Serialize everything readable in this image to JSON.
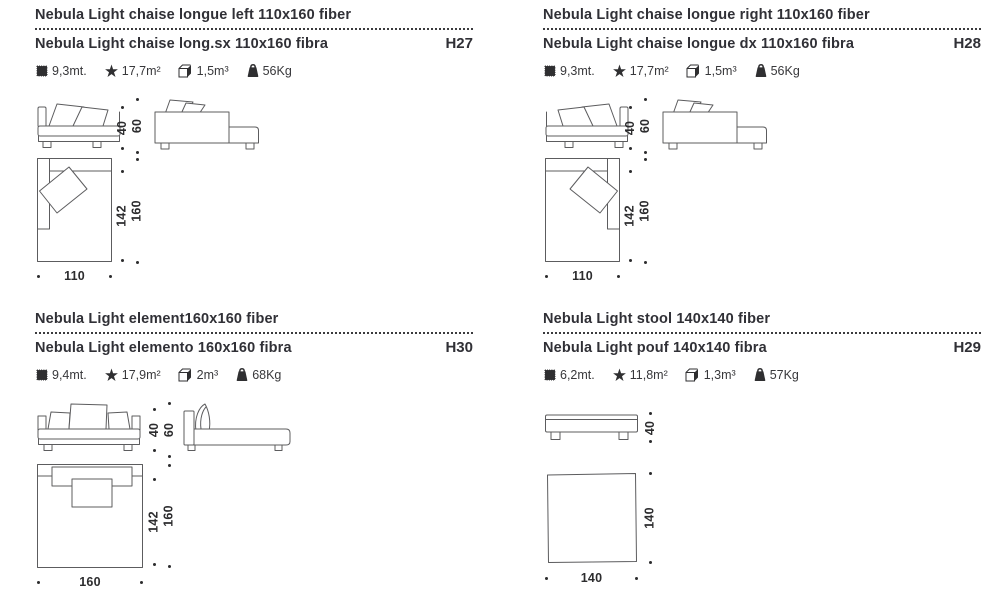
{
  "sheet": {
    "background": "#ffffff",
    "text_color": "#303036",
    "line_color": "#5c5c5e"
  },
  "icons": {
    "fabric_length": "fabric-swatch-icon",
    "fabric_area": "star-icon",
    "volume": "volume-box-icon",
    "weight": "weight-icon"
  },
  "products": [
    {
      "title_en": "Nebula Light chaise longue left 110x160 fiber",
      "title_it": "Nebula Light chaise long.sx 110x160 fibra",
      "code": "H27",
      "specs": {
        "fabric_length": "9,3mt.",
        "fabric_area": "17,7m²",
        "volume": "1,5m³",
        "weight": "56Kg"
      },
      "dims": {
        "h1": "40",
        "h2": "60",
        "v1": "142",
        "v2": "160",
        "w": "110"
      }
    },
    {
      "title_en": "Nebula Light chaise longue right 110x160 fiber",
      "title_it": "Nebula Light chaise longue dx 110x160 fibra",
      "code": "H28",
      "specs": {
        "fabric_length": "9,3mt.",
        "fabric_area": "17,7m²",
        "volume": "1,5m³",
        "weight": "56Kg"
      },
      "dims": {
        "h1": "40",
        "h2": "60",
        "v1": "142",
        "v2": "160",
        "w": "110"
      }
    },
    {
      "title_en": "Nebula Light element160x160 fiber",
      "title_it": "Nebula Light elemento 160x160 fibra",
      "code": "H30",
      "specs": {
        "fabric_length": "9,4mt.",
        "fabric_area": "17,9m²",
        "volume": "2m³",
        "weight": "68Kg"
      },
      "dims": {
        "h1": "40",
        "h2": "60",
        "v1": "142",
        "v2": "160",
        "w": "160"
      }
    },
    {
      "title_en": "Nebula Light stool 140x140 fiber",
      "title_it": "Nebula Light pouf 140x140 fibra",
      "code": "H29",
      "specs": {
        "fabric_length": "6,2mt.",
        "fabric_area": "11,8m²",
        "volume": "1,3m³",
        "weight": "57Kg"
      },
      "dims": {
        "h1": "40",
        "v2": "140",
        "w": "140"
      }
    }
  ]
}
